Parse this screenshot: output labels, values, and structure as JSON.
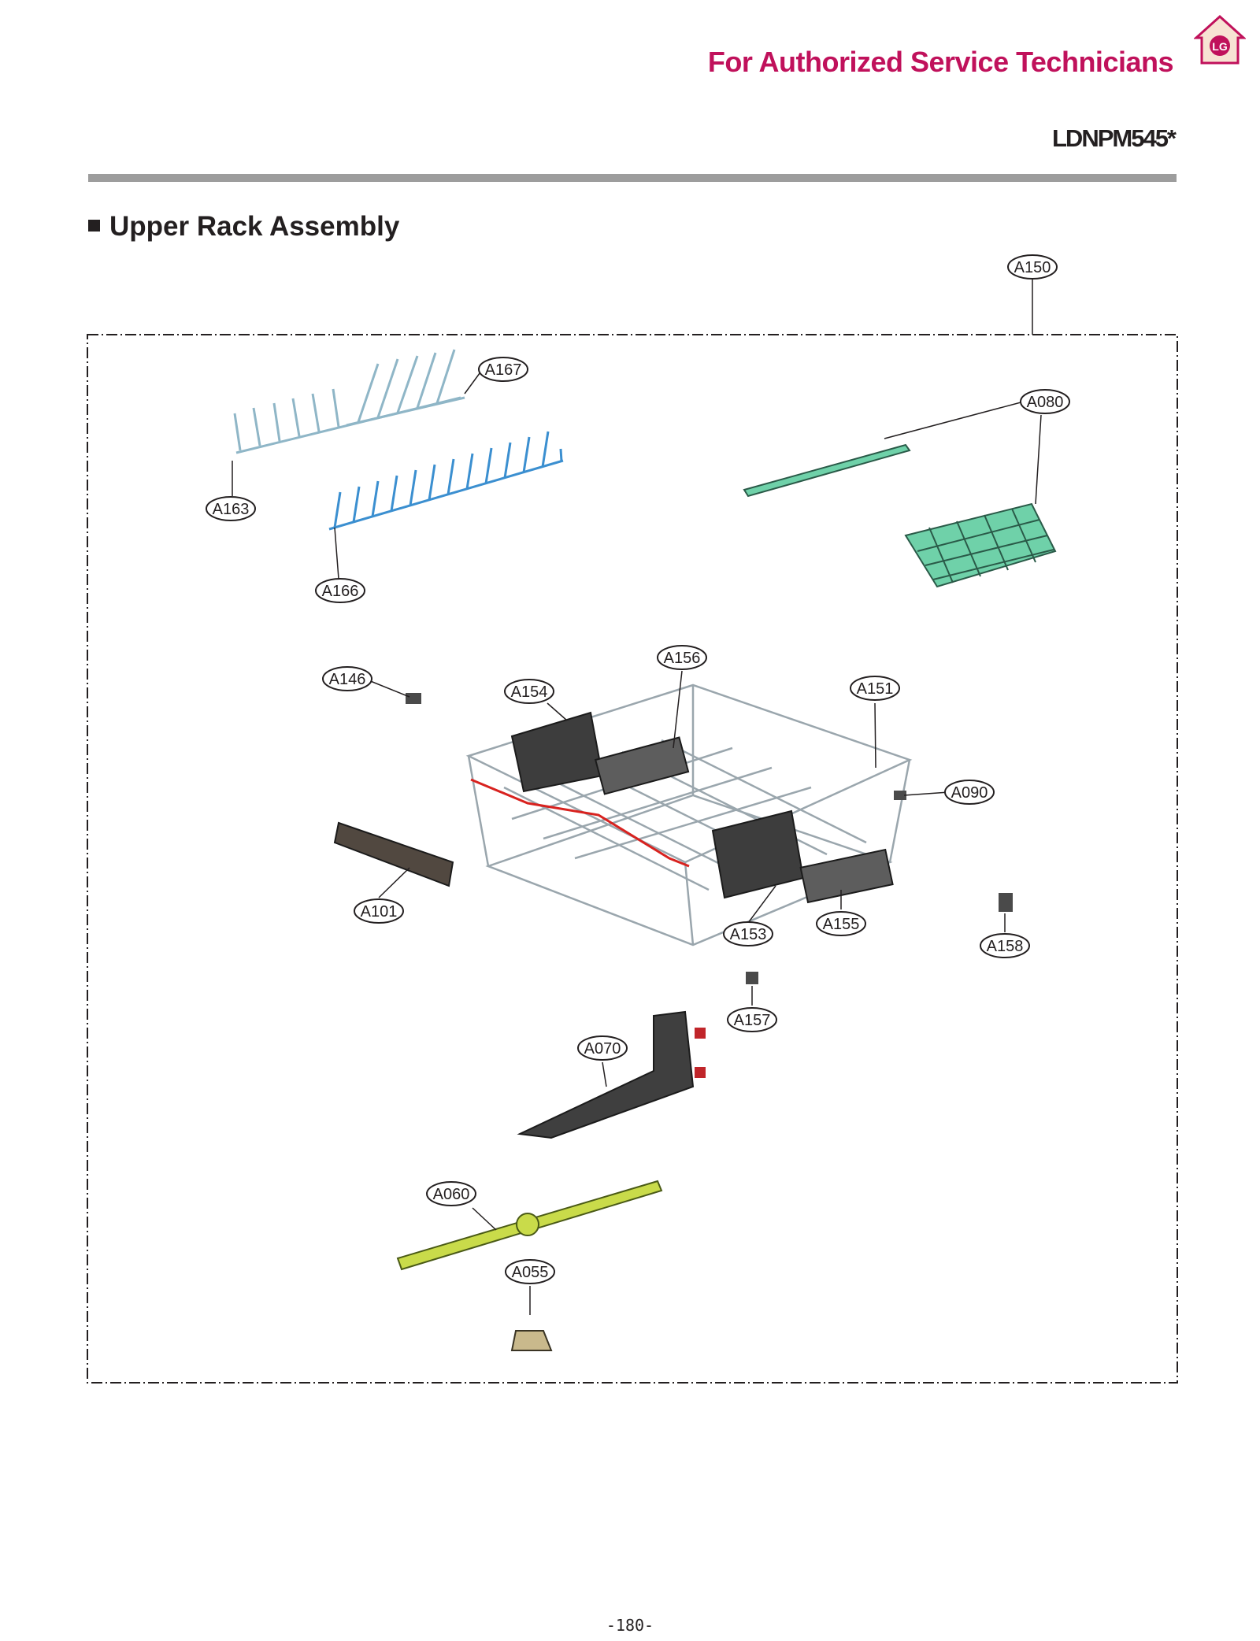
{
  "header": {
    "title": "For Authorized Service Technicians",
    "model": "LDNPM545*",
    "logo_text": "LG"
  },
  "section": {
    "title": "Upper Rack Assembly"
  },
  "callouts": [
    "A150",
    "A167",
    "A080",
    "A163",
    "A166",
    "A146",
    "A156",
    "A154",
    "A151",
    "A090",
    "A101",
    "A153",
    "A155",
    "A158",
    "A157",
    "A070",
    "A060",
    "A055"
  ],
  "colors": {
    "brand": "#c0115b",
    "rule": "#9d9d9d",
    "tine_blue": "#3b8fd0",
    "tine_grey": "#8fb6c7",
    "rack_wire": "#9aa6ad",
    "red_wire": "#d8221f",
    "tray_green": "#6fd1a9",
    "spray_arm": "#c9db4a"
  },
  "footer": {
    "page_number": "-180-"
  }
}
